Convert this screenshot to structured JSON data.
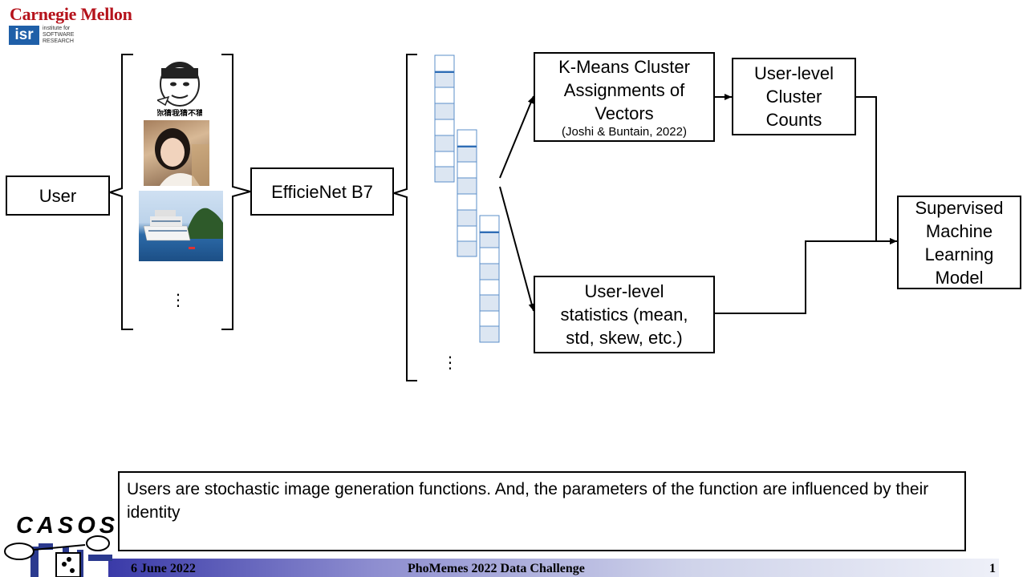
{
  "header": {
    "brand": "Carnegie Mellon",
    "isr_mark": "isr",
    "isr_line1": "institute for",
    "isr_line2": "SOFTWARE",
    "isr_line3": "RESEARCH"
  },
  "diagram": {
    "user": "User",
    "meme_caption": "你猜我猜不猜",
    "images_ellipsis": "⋮",
    "model": "EfficieNet B7",
    "vectors_ellipsis": "⋮",
    "kmeans_line1": "K-Means Cluster",
    "kmeans_line2": "Assignments of",
    "kmeans_line3": "Vectors",
    "kmeans_citation": "(Joshi & Buntain, 2022)",
    "cluster_counts_line1": "User-level",
    "cluster_counts_line2": "Cluster",
    "cluster_counts_line3": "Counts",
    "stats_line1": "User-level",
    "stats_line2": "statistics (mean,",
    "stats_line3": "std, skew, etc.)",
    "supervised_line1": "Supervised",
    "supervised_line2": "Machine",
    "supervised_line3": "Learning",
    "supervised_line4": "Model"
  },
  "note": "Users are stochastic image generation functions. And, the parameters of the function are influenced by their identity",
  "footer": {
    "logo": "CASOS",
    "date": "6 June 2022",
    "event": "PhoMemes 2022 Data Challenge",
    "page": "1"
  },
  "colors": {
    "brand_red": "#b5121b",
    "isr_blue": "#1f5fa8",
    "vector_border": "#5b8fc9",
    "vector_fill": "#dce6f2",
    "footer_blue": "#3a3aa8"
  }
}
